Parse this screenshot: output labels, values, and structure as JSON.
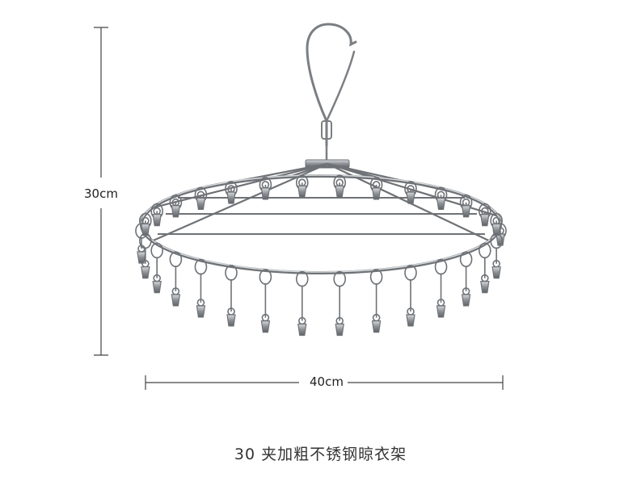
{
  "dimensions": {
    "height_label": "30cm",
    "width_label": "40cm"
  },
  "caption": "30 夹加粗不锈钢晾衣架",
  "colors": {
    "background": "#ffffff",
    "dimension_line": "#444444",
    "steel_dark": "#6e7276",
    "steel_light": "#d7dadd",
    "text": "#333333"
  },
  "product": {
    "clip_count": 30
  }
}
